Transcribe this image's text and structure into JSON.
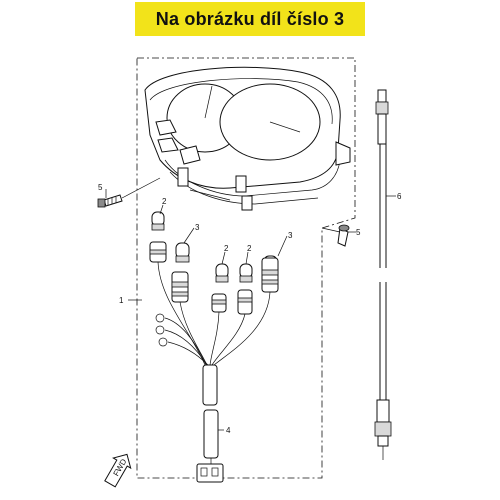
{
  "banner": {
    "text": "Na obrázku díl číslo 3"
  },
  "callouts": {
    "p1": "1",
    "p2a": "2",
    "p2b": "2",
    "p2c": "2",
    "p3a": "3",
    "p3b": "3",
    "p4": "4",
    "p5a": "5",
    "p5b": "5",
    "p6": "6"
  },
  "fwd": "FWD"
}
